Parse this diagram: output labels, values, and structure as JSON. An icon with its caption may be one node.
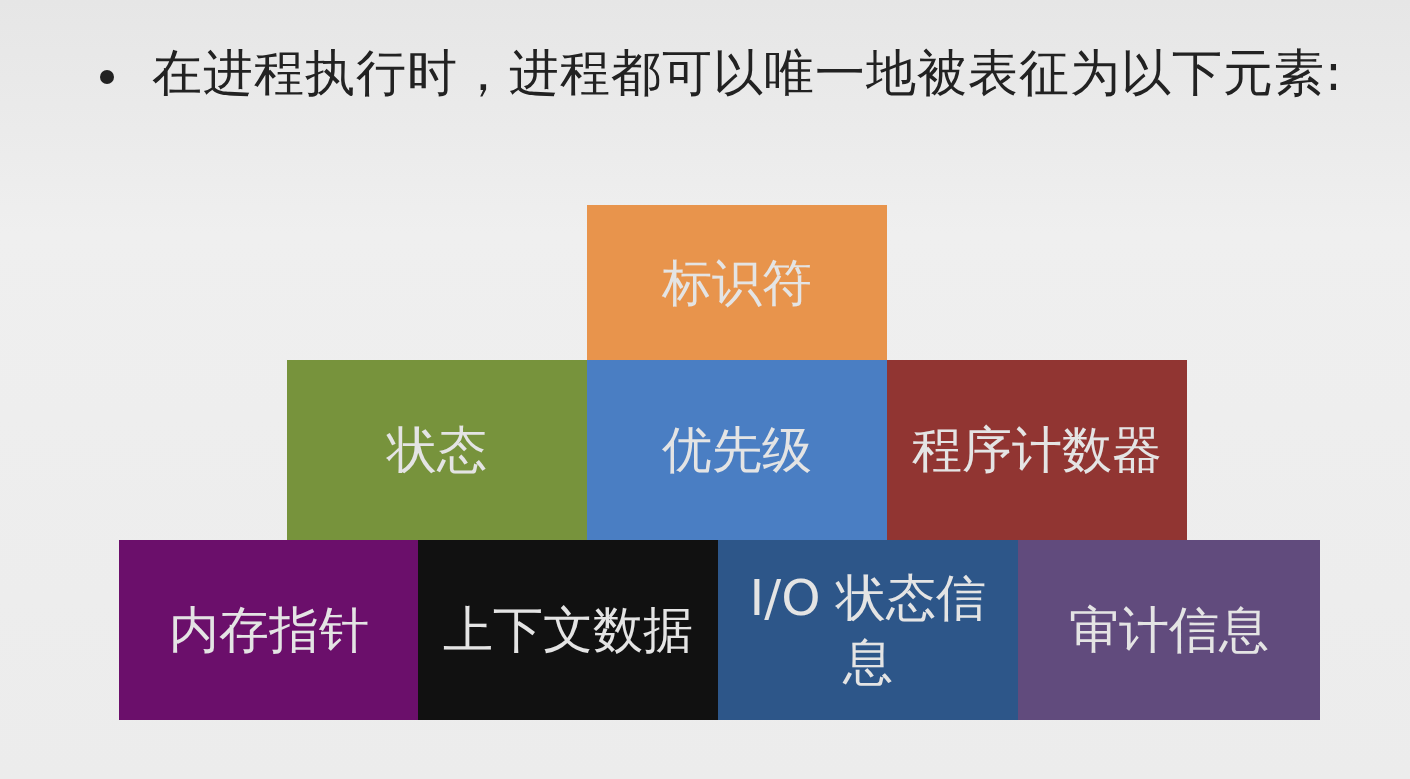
{
  "diagram": {
    "title": "在进程执行时，进程都可以唯一地被表征为以下元素:",
    "nodes": [
      {
        "text": [
          "标识符"
        ]
      },
      {
        "text": [
          "状态"
        ]
      },
      {
        "text": [
          "优先级"
        ]
      },
      {
        "text": [
          "程序计数器"
        ]
      },
      {
        "text": [
          "内存指针"
        ]
      },
      {
        "text": [
          "上下文数据"
        ]
      },
      {
        "text": [
          "I/O 状态信息"
        ]
      },
      {
        "text": [
          "审计信息"
        ]
      }
    ]
  }
}
